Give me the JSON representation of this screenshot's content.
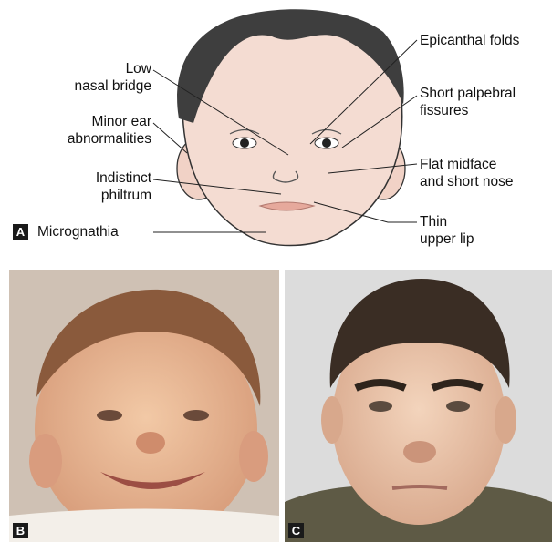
{
  "panels": [
    {
      "letter": "A"
    },
    {
      "letter": "B"
    },
    {
      "letter": "C"
    }
  ],
  "labels": {
    "low_nasal_bridge": "Low\nnasal bridge",
    "minor_ear": "Minor ear\nabnormalities",
    "indistinct_philtrum": "Indistinct\nphiltrum",
    "micrognathia": "Micrognathia",
    "epicanthal_folds": "Epicanthal folds",
    "short_palpebral": "Short palpebral\nfissures",
    "flat_midface": "Flat midface\nand short nose",
    "thin_lip": "Thin\nupper lip"
  },
  "colors": {
    "skin_light": "#f4dcd2",
    "hair_dark": "#3e3e3e",
    "photo_b_bg": "#cfc1b4",
    "photo_c_bg": "#dcdcdc"
  }
}
